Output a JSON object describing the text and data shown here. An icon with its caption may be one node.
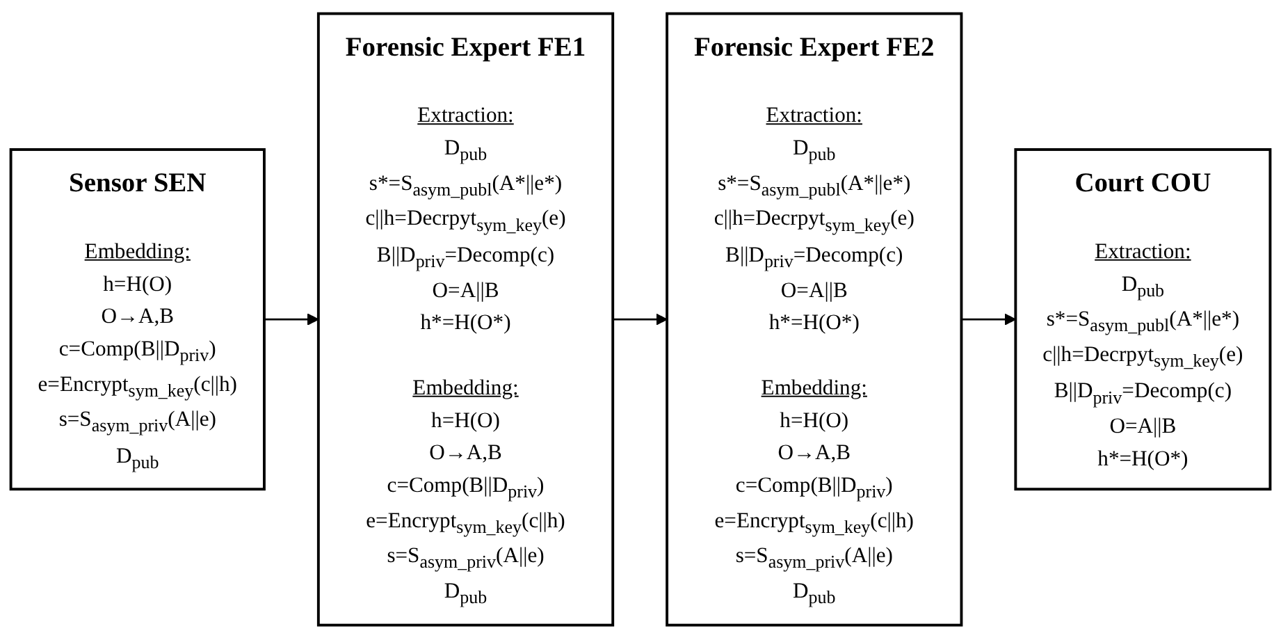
{
  "diagram": {
    "nodes": [
      {
        "text": [
          "Sensor SEN",
          "Embedding:",
          "h=H(O)",
          "O→A,B",
          "c=Comp(B||D$_{priv}$)",
          "e=Encrypt$_{sym_key}$(c||h)",
          "s=S$_{asym_priv}$(A||e)",
          "D$_{pub}$"
        ]
      },
      {
        "text": [
          "Forensic Expert FE1",
          "Extraction:",
          "D$_{pub}$",
          "s*=S$_{asym_publ}$(A*||e*)",
          "c||h=Decrpyt$_{sym_key}$(e)",
          "B||D$_{priv}$=Decomp(c)",
          "O=A||B",
          "h*=H(O*)",
          "Embedding:",
          "h=H(O)",
          "O→A,B",
          "c=Comp(B||D$_{priv}$)",
          "e=Encrypt$_{sym_key}$(c||h)",
          "s=S$_{asym_priv}$(A||e)",
          "D$_{pub}$"
        ]
      },
      {
        "text": [
          "Forensic Expert FE2",
          "Extraction:",
          "D$_{pub}$",
          "s*=S$_{asym_publ}$(A*||e*)",
          "c||h=Decrpyt$_{sym_key}$(e)",
          "B||D$_{priv}$=Decomp(c)",
          "O=A||B",
          "h*=H(O*)",
          "Embedding:",
          "h=H(O)",
          "O→A,B",
          "c=Comp(B||D$_{priv}$)",
          "e=Encrypt$_{sym_key}$(c||h)",
          "s=S$_{asym_priv}$(A||e)",
          "D$_{pub}$"
        ]
      },
      {
        "text": [
          "Court COU",
          "Extraction:",
          "D$_{pub}$",
          "s*=S$_{asym_publ}$(A*||e*)",
          "c||h=Decrpyt$_{sym_key}$(e)",
          "B||D$_{priv}$=Decomp(c)",
          "O=A||B",
          "h*=H(O*)"
        ]
      }
    ],
    "edges": [
      {
        "from": 0,
        "to": 1,
        "arrow": "to"
      },
      {
        "from": 1,
        "to": 2,
        "arrow": "to"
      },
      {
        "from": 2,
        "to": 3,
        "arrow": "to"
      }
    ]
  }
}
